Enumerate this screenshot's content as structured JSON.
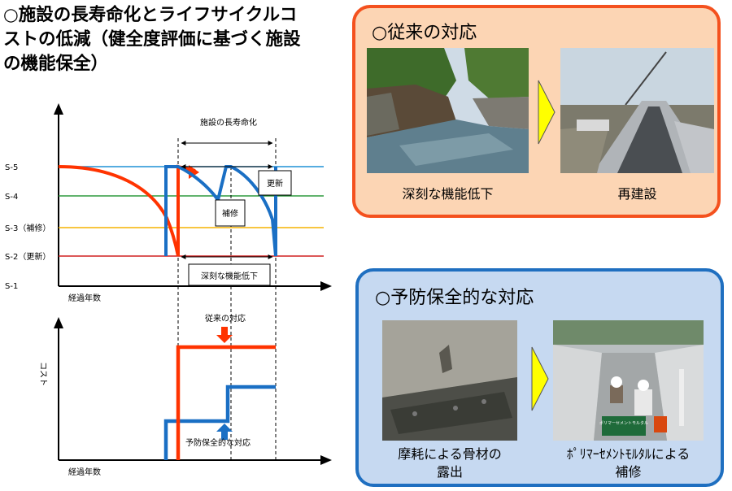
{
  "title": {
    "line1": "○施設の長寿命化とライフサイクルコ",
    "line2": "ストの低減（健全度評価に基づく施設",
    "line3": "の機能保全）"
  },
  "top_chart": {
    "levels": [
      {
        "label": "S-5",
        "color": "#1e90d6"
      },
      {
        "label": "S-4",
        "color": "#2e9a3e"
      },
      {
        "label": "S-3（補修）",
        "color": "#f5b400"
      },
      {
        "label": "S-2（更新）",
        "color": "#d12020"
      },
      {
        "label": "S-1",
        "color": ""
      }
    ],
    "xlabel": "経過年数",
    "span_label": "施設の長寿命化",
    "repair_label": "補修",
    "renew_label": "更新",
    "deep_decline_label": "深刻な機能低下"
  },
  "bottom_chart": {
    "ylabel": "コスト",
    "xlabel": "経過年数",
    "conventional_label": "従来の対応",
    "preventive_label": "予防保全的な対応",
    "conventional_color": "#ff3300",
    "preventive_color": "#1a6fc4"
  },
  "conventional": {
    "title": "○従来の対応",
    "caption_left": "深刻な機能低下",
    "caption_right": "再建設",
    "border_color": "#f4511e",
    "fill_color": "#fcd5b4"
  },
  "preventive": {
    "title": "○予防保全的な対応",
    "caption_left_1": "摩耗による骨材の",
    "caption_left_2": "露出",
    "caption_right_1": "ﾎﾟﾘﾏｰｾﾒﾝﾄﾓﾙﾀﾙによる",
    "caption_right_2": "補修",
    "photo_sign": "ポリマーセメントモルタル",
    "border_color": "#1f6fc0",
    "fill_color": "#c6d9f1"
  }
}
